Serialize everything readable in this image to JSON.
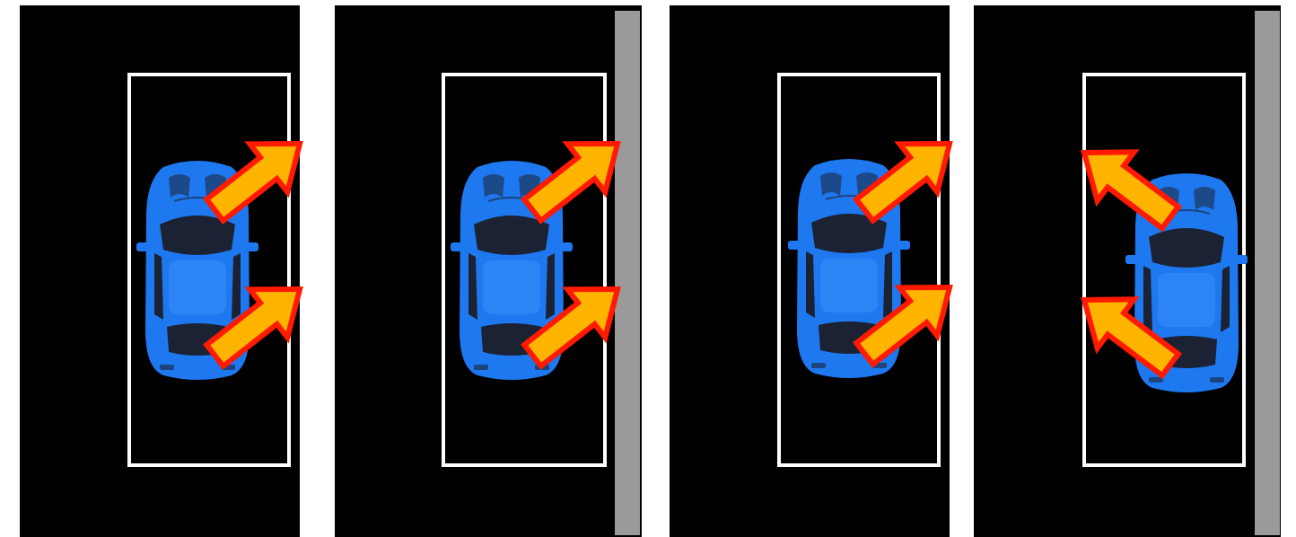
{
  "colors": {
    "page_background": "#ffffff",
    "panel_background": "#000000",
    "parking_outline": "#ffffff",
    "wall": "#9a9a9a",
    "car_body": "#1e78f0",
    "car_dark": "#1b2233",
    "car_highlight": "#4a9bff",
    "arrow_fill": "#ffb400",
    "arrow_outline": "#ff1a00"
  },
  "icons": {
    "car": "car-top-view-icon",
    "door_arrow": "door-opening-arrow-icon",
    "wall": "wall-icon"
  },
  "scenes": [
    {
      "id": 1,
      "wall": false,
      "car_position": "center",
      "arrow_direction": "right"
    },
    {
      "id": 2,
      "wall": true,
      "car_position": "center",
      "arrow_direction": "right"
    },
    {
      "id": 3,
      "wall": false,
      "car_position": "center",
      "arrow_direction": "right"
    },
    {
      "id": 4,
      "wall": true,
      "car_position": "near-wall",
      "arrow_direction": "left"
    }
  ]
}
